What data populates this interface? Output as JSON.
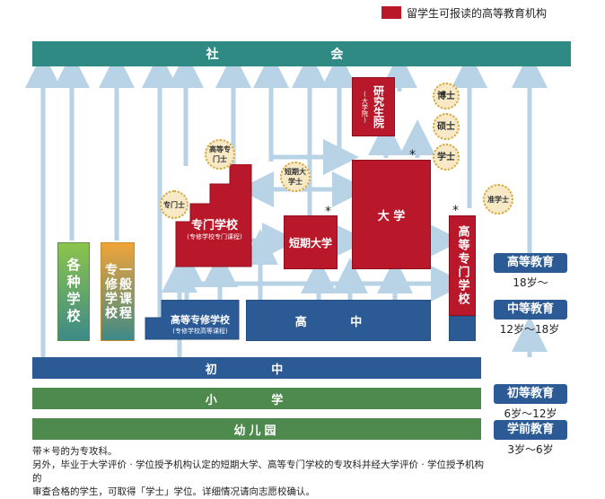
{
  "legend": {
    "label": "留学生可报读的高等教育机构"
  },
  "bars": {
    "society": "社 会",
    "junior_high": "初 中",
    "elementary": "小 学",
    "kindergarten": "幼儿园"
  },
  "schools": {
    "various": "各种学校",
    "special_general": "一般课程",
    "special_general_prefix": "专修学",
    "special_general_suffix": "校",
    "vocational_school": "专门学校",
    "vocational_sub": "(专修学校专门课程)",
    "junior_college": "短期大学",
    "university": "大 学",
    "graduate_school": "研究生院",
    "graduate_sub": "(大学院)",
    "technical_college": "高等专门学校",
    "upper_secondary_specialized": "高等专修学校",
    "upper_secondary_specialized_sub": "(专修学校高等课程)",
    "high_school": "高 中"
  },
  "degrees": {
    "doctor": "博士",
    "master": "硕士",
    "bachelor": "学士",
    "associate": "短期大学士",
    "advanced_diploma": "高等专门士",
    "diploma": "专门士",
    "associate_degree": "准学士"
  },
  "stages": {
    "higher": {
      "label": "高等教育",
      "age": "18岁～"
    },
    "secondary": {
      "label": "中等教育",
      "age": "12岁～18岁"
    },
    "primary": {
      "label": "初等教育",
      "age": "6岁～12岁"
    },
    "preschool": {
      "label": "学前教育",
      "age": "3岁～6岁"
    }
  },
  "asterisk": "*",
  "notes": {
    "line1": "带＊号的为专攻科。",
    "line2": "另外，毕业于大学评价 · 学位授予机构认定的短期大学、高等专门学校的专攻科并经大学评价 · 学位授予机构的",
    "line3": "审查合格的学生，可取得「学士」学位。详细情况请向志愿校确认。"
  },
  "colors": {
    "society": "#2f8a84",
    "junior_high": "#2b5a95",
    "elementary": "#4e8a4e",
    "kindergarten": "#4e8a4e",
    "red": "#b8182a",
    "blue_box": "#2b5a95",
    "arrow": "#b9d3e6"
  }
}
